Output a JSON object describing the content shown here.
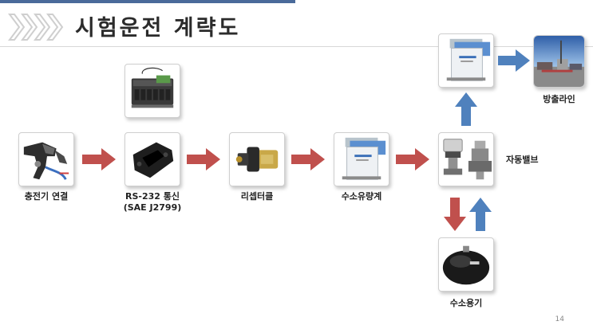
{
  "slide": {
    "title": "시험운전 계략도",
    "page_number": "14"
  },
  "nodes": {
    "charger": {
      "label": "충전기 연결",
      "icon": "dispenser-nozzle-icon"
    },
    "rs232": {
      "label_line1": "RS-232 통신",
      "label_line2": "(SAE J2799)",
      "icon": "ir-receiver-icon"
    },
    "controller": {
      "icon": "plc-controller-icon"
    },
    "receptacle": {
      "label": "리셉터클",
      "icon": "receptacle-icon"
    },
    "flowmeter": {
      "label": "수소유량계",
      "icon": "flowmeter-icon"
    },
    "valve": {
      "label": "자동밸브",
      "icon": "auto-valve-icon"
    },
    "vent_flowmeter": {
      "icon": "flowmeter-icon"
    },
    "vent": {
      "label": "방출라인",
      "icon": "vent-line-photo-icon"
    },
    "tank": {
      "label": "수소용기",
      "icon": "hydrogen-tank-icon"
    }
  },
  "colors": {
    "arrow_red": "#c0504d",
    "arrow_blue": "#4f81bd",
    "accent_bar": "#4a6a9a",
    "chevron": "#d0d0d0"
  }
}
